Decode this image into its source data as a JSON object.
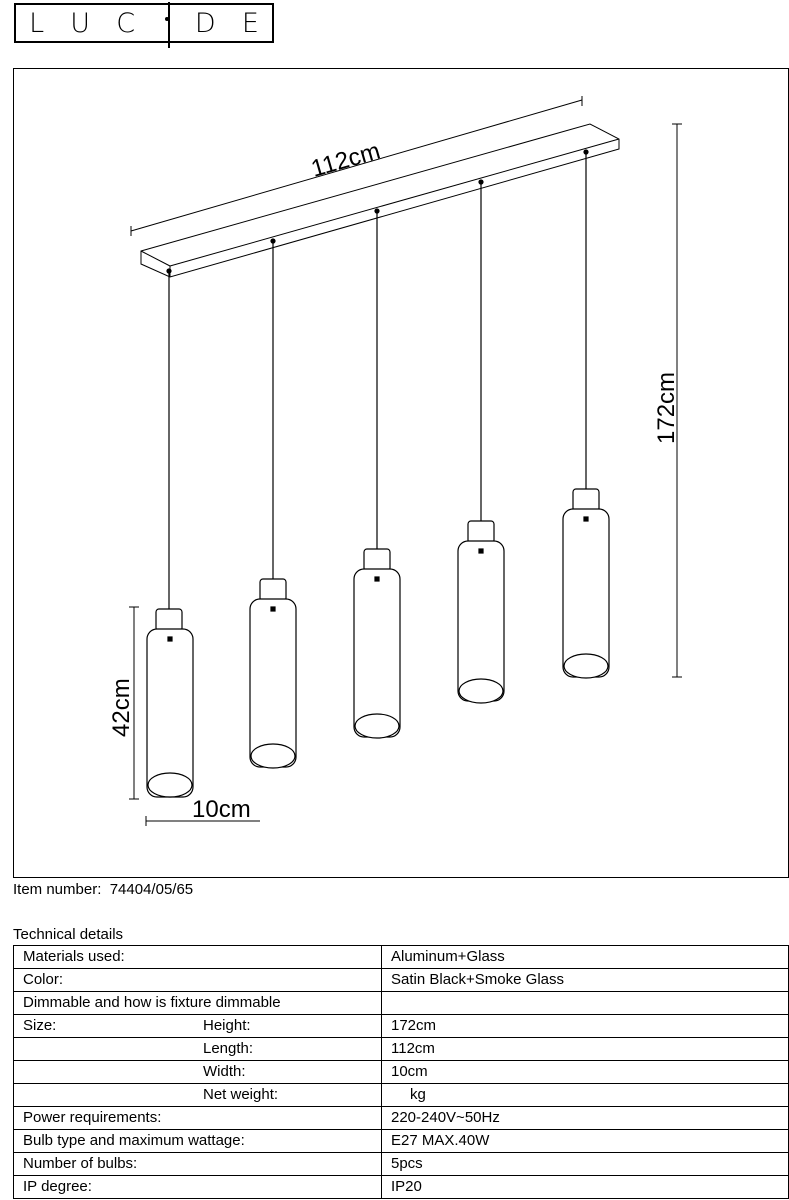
{
  "logo": {
    "letters": [
      "L",
      "U",
      "C",
      "i",
      "D",
      "E"
    ]
  },
  "drawing": {
    "dimensions": {
      "length": "112cm",
      "height": "172cm",
      "shade_height": "42cm",
      "shade_width": "10cm"
    }
  },
  "item": {
    "label": "Item number:",
    "value": "74404/05/65"
  },
  "technical": {
    "title": "Technical details",
    "rows": [
      {
        "label": "Materials used:",
        "sub": "",
        "value": "Aluminum+Glass"
      },
      {
        "label": "Color:",
        "sub": "",
        "value": "Satin Black+Smoke Glass"
      },
      {
        "label": "Dimmable and how is fixture dimmable",
        "sub": "",
        "value": ""
      },
      {
        "label": "Size:",
        "sub": "Height:",
        "value": "172cm"
      },
      {
        "label": "",
        "sub": "Length:",
        "value": "112cm"
      },
      {
        "label": "",
        "sub": "Width:",
        "value": "10cm"
      },
      {
        "label": "",
        "sub": "Net weight:",
        "value": "kg"
      },
      {
        "label": "Power requirements:",
        "sub": "",
        "value": "220-240V~50Hz"
      },
      {
        "label": "Bulb type and maximum wattage:",
        "sub": "",
        "value": "E27 MAX.40W"
      },
      {
        "label": "Number of bulbs:",
        "sub": "",
        "value": "5pcs"
      },
      {
        "label": "IP degree:",
        "sub": "",
        "value": "IP20"
      }
    ]
  }
}
